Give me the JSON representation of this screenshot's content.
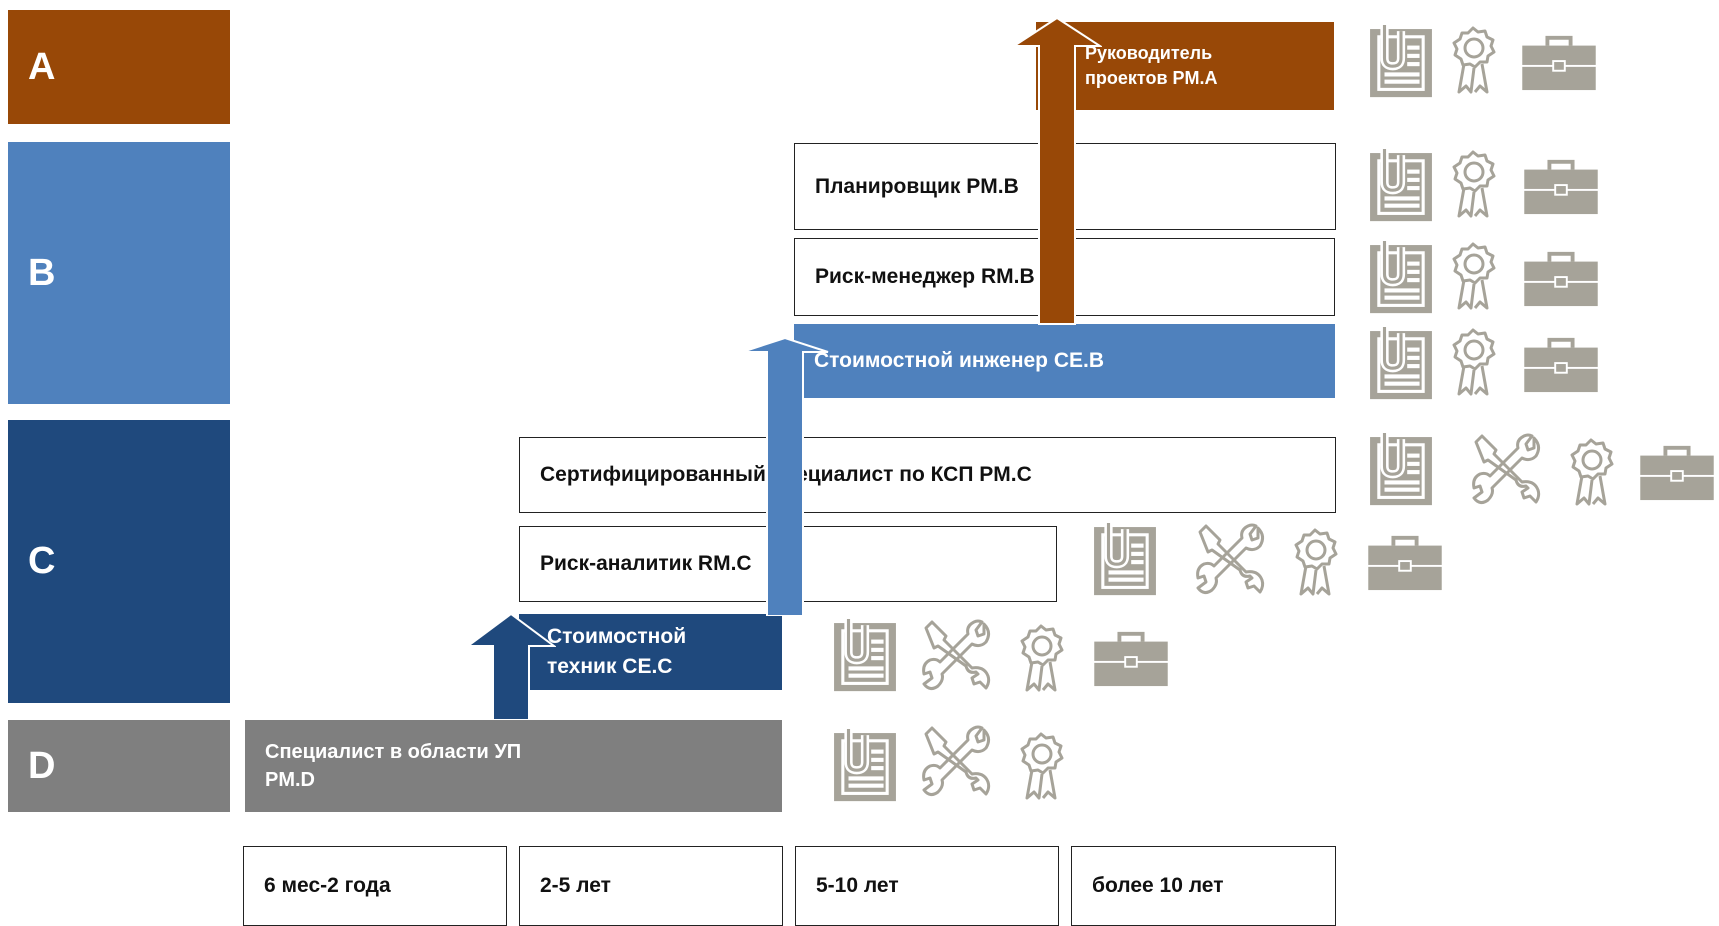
{
  "colors": {
    "level_a": "#984807",
    "level_b": "#4f81bd",
    "level_c": "#1f497d",
    "level_d": "#7f7f7f",
    "icon_gray": "#a6a399"
  },
  "levels": {
    "a": "A",
    "b": "B",
    "c": "C",
    "d": "D"
  },
  "roles": {
    "pm_a_line1": "Руководитель",
    "pm_a_line2": "проектов PM.A",
    "pm_b": "Планировщик PM.B",
    "rm_b": "Риск-менеджер RM.B",
    "ce_b": "Стоимостной инженер CE.B",
    "pm_c": "Сертифицированный специалист по КСП PM.C",
    "rm_c": "Риск-аналитик RM.C",
    "ce_c_line1": "Стоимостной",
    "ce_c_line2": "техник CE.C",
    "pm_d_line1": "Специалист в области УП",
    "pm_d_line2": "PM.D"
  },
  "experience": [
    "6 мес-2 года",
    "2-5 лет",
    "5-10 лет",
    "более 10 лет"
  ],
  "icon_rows": [
    {
      "row": "pm_a",
      "icons": [
        "document-icon",
        "award-icon",
        "briefcase-icon"
      ]
    },
    {
      "row": "pm_b",
      "icons": [
        "document-icon",
        "award-icon",
        "briefcase-icon"
      ]
    },
    {
      "row": "rm_b",
      "icons": [
        "document-icon",
        "award-icon",
        "briefcase-icon"
      ]
    },
    {
      "row": "ce_b",
      "icons": [
        "document-icon",
        "award-icon",
        "briefcase-icon"
      ]
    },
    {
      "row": "pm_c",
      "icons": [
        "document-icon",
        "tools-icon",
        "award-icon",
        "briefcase-icon"
      ]
    },
    {
      "row": "rm_c",
      "icons": [
        "document-icon",
        "tools-icon",
        "award-icon",
        "briefcase-icon"
      ]
    },
    {
      "row": "ce_c",
      "icons": [
        "document-icon",
        "tools-icon",
        "award-icon",
        "briefcase-icon"
      ]
    },
    {
      "row": "pm_d",
      "icons": [
        "document-icon",
        "tools-icon",
        "award-icon"
      ]
    }
  ]
}
